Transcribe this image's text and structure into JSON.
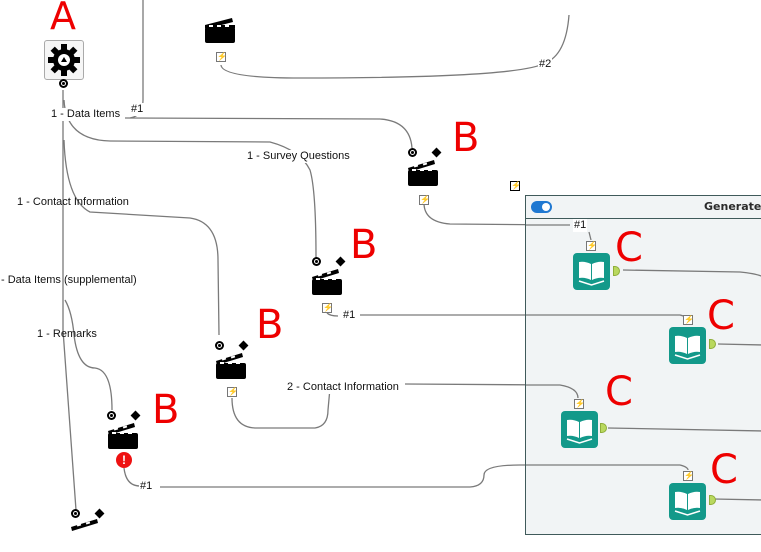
{
  "annotations": {
    "A": "A",
    "B": "B",
    "C": "C"
  },
  "macro_input": {
    "icon": "gear-recycle-icon",
    "anchor": "Q"
  },
  "container": {
    "title": "Generate D",
    "toggle_on": true,
    "colors": {
      "background": "#f1f4f5",
      "border": "#3f5a5a",
      "toggle": "#1f78d1"
    }
  },
  "connection_labels": {
    "data_items": "1 - Data Items",
    "hash1_top": "#1",
    "hash2_top": "#2",
    "survey_questions": "1 - Survey Questions",
    "contact_information_1": "1 - Contact Information",
    "data_items_supplemental": "- Data Items (supplemental)",
    "remarks": "1 - Remarks",
    "contact_information_2": "2 - Contact Information",
    "hash1_container": "#1",
    "hash1_mid": "#1",
    "hash1_bottom": "#1"
  },
  "tools": {
    "clapper": "clapperboard-icon",
    "report": "book-icon",
    "bolt": "⚡",
    "error": "!",
    "report_color": "#13998a",
    "output_anchor_color": "#b9d85e",
    "error_color": "#ee1111"
  }
}
